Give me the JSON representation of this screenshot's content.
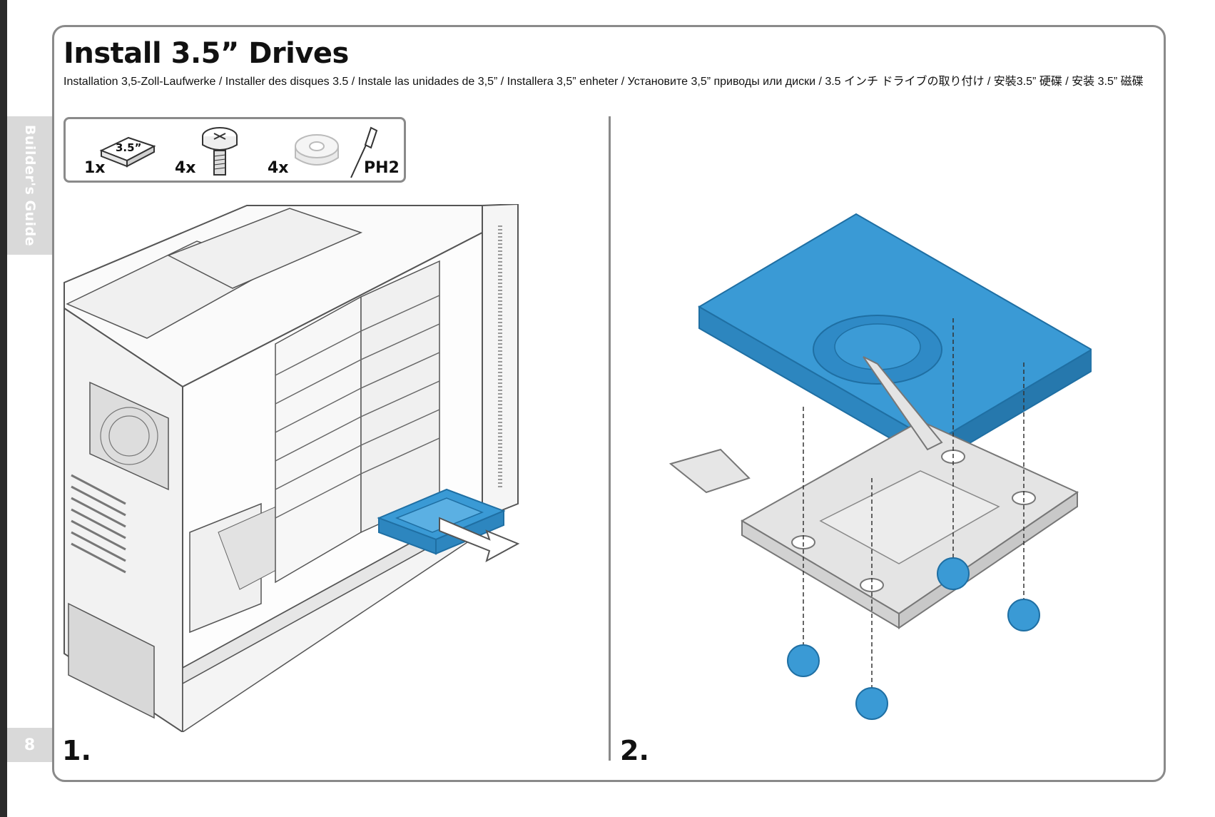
{
  "side_tab": {
    "label": "Builder's Guide"
  },
  "page_number": "8",
  "title": "Install 3.5” Drives",
  "subtitle": "Installation 3,5-Zoll-Laufwerke / Installer des disques 3.5 / Instale las unidades de 3,5” / Installera 3,5” enheter / Установите 3,5” приводы или диски / 3.5 インチ ドライブの取り付け / 安裝3.5” 硬碟 / 安装 3.5” 磁碟",
  "parts": {
    "drive": {
      "qty": "1x",
      "label": "3.5”",
      "icon": "hard-drive-icon"
    },
    "screw": {
      "qty": "4x",
      "icon": "screw-icon"
    },
    "grommet": {
      "qty": "4x",
      "icon": "rubber-grommet-icon"
    },
    "screwdriver": {
      "label": "PH2",
      "icon": "phillips-screwdriver-icon"
    }
  },
  "steps": [
    {
      "number": "1."
    },
    {
      "number": "2."
    }
  ],
  "colors": {
    "highlight_blue": "#3a9ad5",
    "frame_gray": "#8a8a8a",
    "tab_gray": "#d9d9d9"
  }
}
